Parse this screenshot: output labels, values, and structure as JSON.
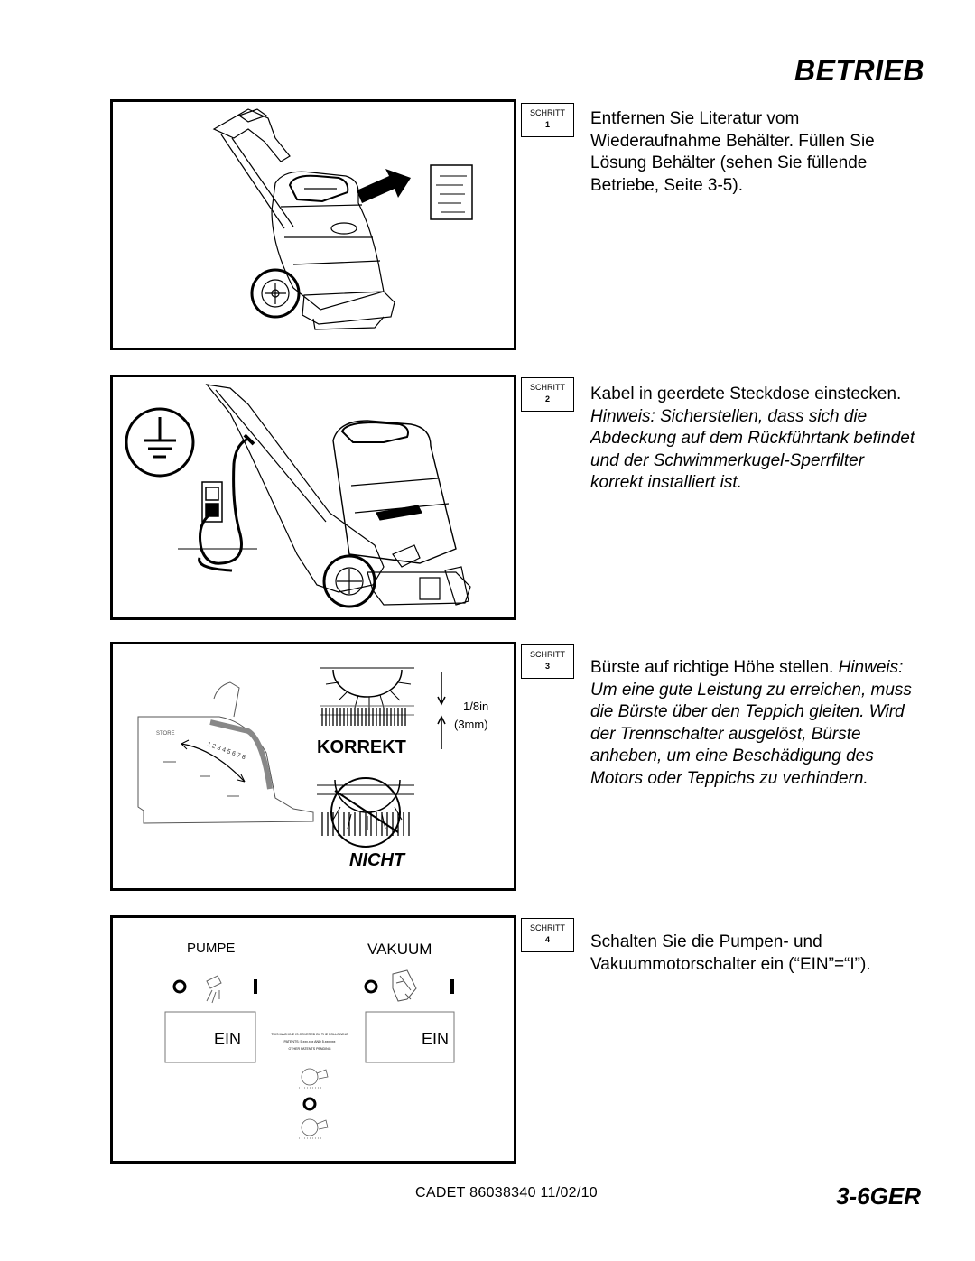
{
  "header": {
    "title": "BETRIEB"
  },
  "steps": [
    {
      "label": "SCHRITT",
      "number": "1",
      "text": "Entfernen Sie Literatur vom Wiederaufnahme Behälter. Füllen Sie Lösung Behälter (sehen Sie füllende Betriebe, Seite 3-5).",
      "note": ""
    },
    {
      "label": "SCHRITT",
      "number": "2",
      "text": "Kabel in geerdete Steckdose einstecken. ",
      "note": "Hinweis: Sicherstellen, dass sich die Abdeckung auf dem Rückführtank befindet und der Schwimmerkugel-Sperrfilter korrekt installiert ist."
    },
    {
      "label": "SCHRITT",
      "number": "3",
      "text": "Bürste auf richtige Höhe stellen. ",
      "note": "Hinweis: Um eine gute Leistung zu erreichen, muss die Bürste über den Teppich gleiten. Wird der Trennschalter ausgelöst, Bürste anheben, um eine Beschädigung des Motors oder Teppichs zu verhindern."
    },
    {
      "label": "SCHRITT",
      "number": "4",
      "text": "Schalten Sie die Pumpen- und Vakuummotorschalter ein (“EIN”=“I”).",
      "note": ""
    }
  ],
  "figure3": {
    "store_label": "STORE",
    "gauge_numbers": "1 2 3 4 5 6 7 8",
    "measure_in": "1/8in",
    "measure_mm": "(3mm)",
    "correct_label": "KORREKT",
    "wrong_label": "NICHT"
  },
  "figure4": {
    "pump_label": "PUMPE",
    "vacuum_label": "VAKUUM",
    "pump_switch": "EIN",
    "vacuum_switch": "EIN",
    "patent_line1": "THIS MACHINE IS COVERED BY THE FOLLOWING",
    "patent_line2": "PATENTS: 5,xxx,xxx AND 5,xxx,xxx",
    "patent_line3": "OTHER PATENTS PENDING"
  },
  "footer": {
    "code": "CADET  86038340  11/02/10",
    "page": "3-6GER"
  }
}
